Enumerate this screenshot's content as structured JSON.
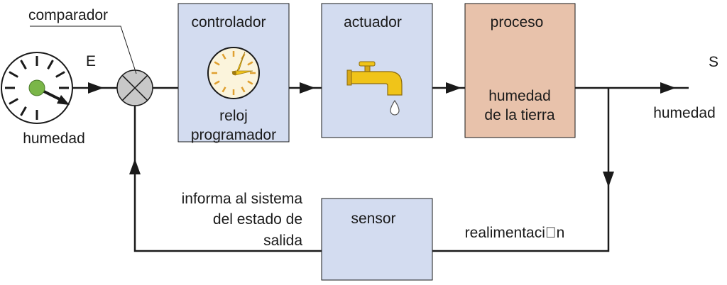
{
  "labels": {
    "comparador": "comparador",
    "input_symbol": "E",
    "input_label": "humedad",
    "output_symbol": "S",
    "output_label": "humedad",
    "feedback_label": "realimentaci\u0000n",
    "sensor_info": [
      "informa al sistema",
      "del estado de",
      "salida"
    ]
  },
  "blocks": {
    "controlador": {
      "title": "controlador",
      "sub": [
        "reloj",
        "programador"
      ]
    },
    "actuador": {
      "title": "actuador"
    },
    "proceso": {
      "title": "proceso",
      "sub": [
        "humedad",
        "de la tierra"
      ]
    },
    "sensor": {
      "title": "sensor"
    }
  },
  "colors": {
    "block_blue": "#d3dcf0",
    "block_salmon": "#e8c2ab",
    "comparator": "#c8c8c8",
    "gauge_center": "#7ab648",
    "clock_face": "#fbf4dc",
    "clock_ticks": "#e0a030",
    "faucet": "#f0c419",
    "line": "#1a1a1a"
  },
  "icons": {
    "gauge": "humidity-gauge-icon",
    "clock": "clock-icon",
    "faucet": "faucet-icon"
  }
}
